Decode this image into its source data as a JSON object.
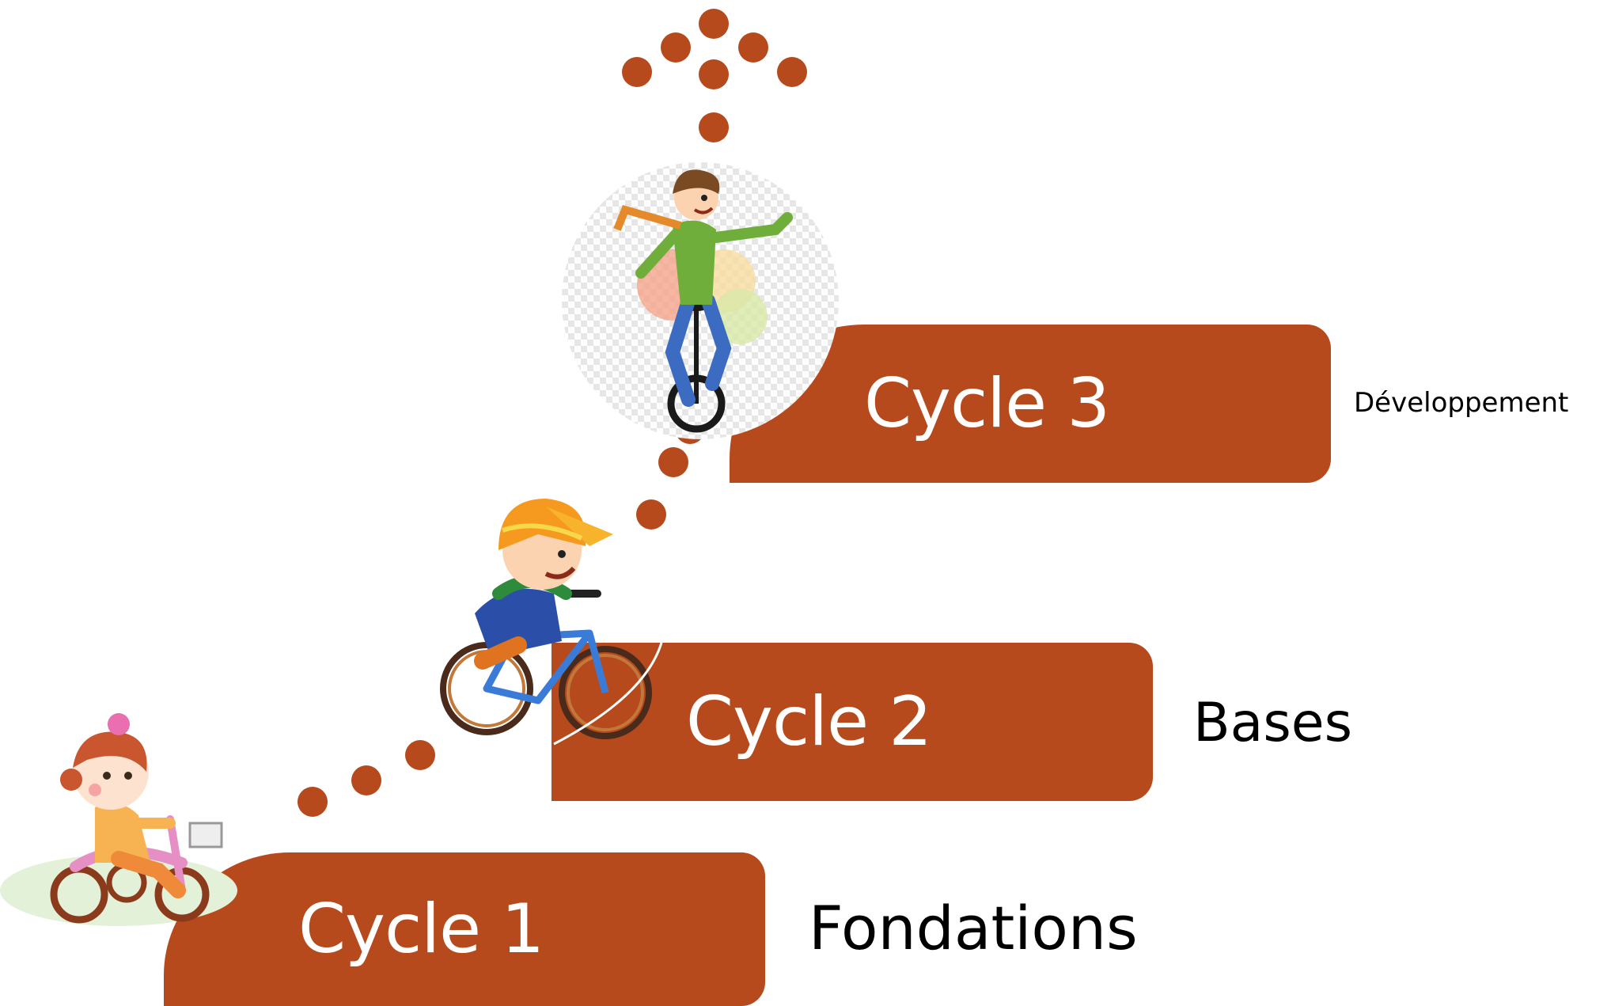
{
  "steps": [
    {
      "label": "Cycle 1",
      "description": "Fondations"
    },
    {
      "label": "Cycle 2",
      "description": "Bases"
    },
    {
      "label": "Cycle 3",
      "description": "Développement"
    }
  ],
  "colors": {
    "step_fill": "#b64a1c",
    "text_on_step": "#ffffff",
    "description_text": "#000000"
  },
  "illustrations": [
    "child-on-tricycle",
    "child-on-bicycle",
    "boy-on-unicycle"
  ],
  "decorations": [
    "dotted-path",
    "dotted-arrow-up"
  ]
}
